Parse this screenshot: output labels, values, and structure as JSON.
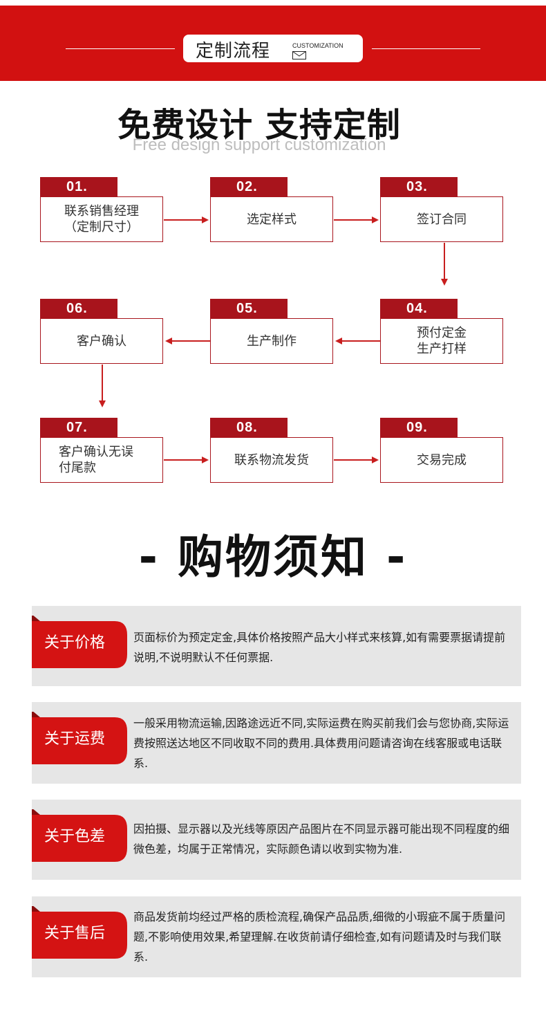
{
  "header": {
    "title_cn": "定制流程",
    "title_en": "CUSTOMIZATION"
  },
  "headline": {
    "main": "免费设计 支持定制",
    "sub": "Free design support customization"
  },
  "steps": [
    {
      "num": "01.",
      "text": "联系销售经理\n（定制尺寸）"
    },
    {
      "num": "02.",
      "text": "选定样式"
    },
    {
      "num": "03.",
      "text": "签订合同"
    },
    {
      "num": "04.",
      "text": "预付定金\n生产打样"
    },
    {
      "num": "05.",
      "text": "生产制作"
    },
    {
      "num": "06.",
      "text": "客户确认"
    },
    {
      "num": "07.",
      "text": "客户确认无误\n付尾款"
    },
    {
      "num": "08.",
      "text": "联系物流发货"
    },
    {
      "num": "09.",
      "text": "交易完成"
    }
  ],
  "notice": {
    "title": "- 购物须知 -",
    "cards": [
      {
        "label": "关于价格",
        "text": "页面标价为预定定金,具体价格按照产品大小样式来核算,如有需要票据请提前说明,不说明默认不任何票据."
      },
      {
        "label": "关于运费",
        "text": "一般采用物流运输,因路途远近不同,实际运费在购买前我们会与您协商,实际运费按照送达地区不同收取不同的费用.具体费用问题请咨询在线客服或电话联系."
      },
      {
        "label": "关于色差",
        "text": "因拍摄、显示器以及光线等原因产品图片在不同显示器可能出现不同程度的细微色差，均属于正常情况，实际颜色请以收到实物为准."
      },
      {
        "label": "关于售后",
        "text": "商品发货前均经过严格的质检流程,确保产品品质,细微的小瑕疵不属于质量问题,不影响使用效果,希望理解.在收货前请仔细检查,如有问题请及时与我们联系."
      }
    ]
  },
  "colors": {
    "brand_red": "#d21111",
    "tab_red": "#a8141c",
    "arrow_red": "#c81e1e",
    "card_gray": "#e6e6e6"
  }
}
